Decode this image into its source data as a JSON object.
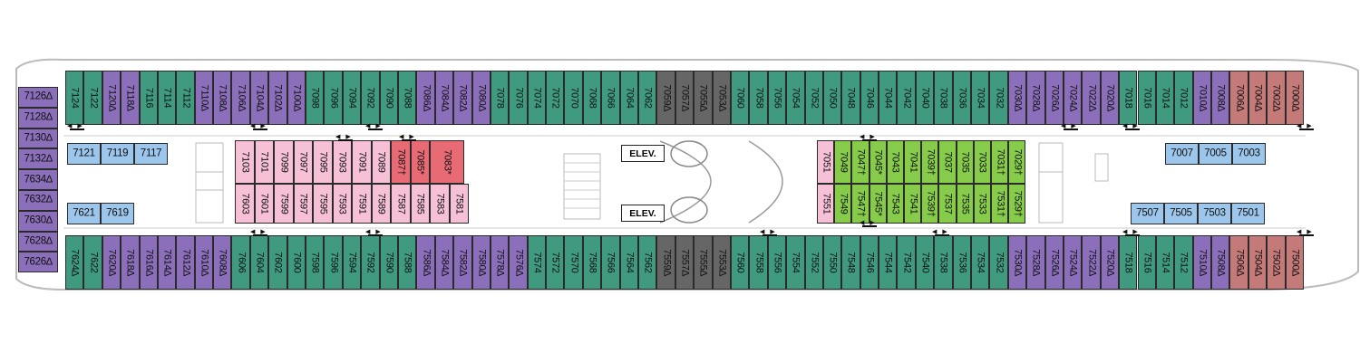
{
  "colors": {
    "teal": "#3f9a80",
    "purple": "#8c6fbb",
    "lightblue": "#9cc6ec",
    "pink": "#f6c1d7",
    "red": "#e76a75",
    "green": "#86cb4a",
    "gray": "#666666",
    "brick": "#c47a78"
  },
  "labels": {
    "elev_top": "ELEV.",
    "elev_bottom": "ELEV."
  },
  "icons": [
    "wheelchair-icon",
    "connecting-arrow-icon",
    "elevator-icon",
    "stairs-icon"
  ],
  "top_row_cabins": [
    {
      "n": "7124",
      "c": "teal"
    },
    {
      "n": "7122",
      "c": "teal"
    },
    {
      "n": "7120∆",
      "c": "purple"
    },
    {
      "n": "7118∆",
      "c": "purple"
    },
    {
      "n": "7116",
      "c": "teal"
    },
    {
      "n": "7114",
      "c": "teal"
    },
    {
      "n": "7112",
      "c": "teal"
    },
    {
      "n": "7110∆",
      "c": "purple"
    },
    {
      "n": "7108∆",
      "c": "purple"
    },
    {
      "n": "7106∆",
      "c": "purple"
    },
    {
      "n": "7104∆",
      "c": "purple"
    },
    {
      "n": "7102∆",
      "c": "purple"
    },
    {
      "n": "7100∆",
      "c": "purple"
    },
    {
      "n": "7098",
      "c": "teal"
    },
    {
      "n": "7096",
      "c": "teal"
    },
    {
      "n": "7094",
      "c": "teal"
    },
    {
      "n": "7092",
      "c": "teal"
    },
    {
      "n": "7090",
      "c": "teal"
    },
    {
      "n": "7088",
      "c": "teal"
    },
    {
      "n": "7086∆",
      "c": "purple"
    },
    {
      "n": "7084∆",
      "c": "purple"
    },
    {
      "n": "7082∆",
      "c": "purple"
    },
    {
      "n": "7080∆",
      "c": "purple"
    },
    {
      "n": "7078",
      "c": "teal"
    },
    {
      "n": "7076",
      "c": "teal"
    },
    {
      "n": "7074",
      "c": "teal"
    },
    {
      "n": "7072",
      "c": "teal"
    },
    {
      "n": "7070",
      "c": "teal"
    },
    {
      "n": "7068",
      "c": "teal"
    },
    {
      "n": "7066",
      "c": "teal"
    },
    {
      "n": "7064",
      "c": "teal"
    },
    {
      "n": "7062",
      "c": "teal"
    },
    {
      "n": "7059∆",
      "c": "gray"
    },
    {
      "n": "7057∆",
      "c": "gray"
    },
    {
      "n": "7055∆",
      "c": "gray"
    },
    {
      "n": "7053∆",
      "c": "gray"
    },
    {
      "n": "7060",
      "c": "teal"
    },
    {
      "n": "7058",
      "c": "teal"
    },
    {
      "n": "7056",
      "c": "teal"
    },
    {
      "n": "7054",
      "c": "teal"
    },
    {
      "n": "7052",
      "c": "teal"
    },
    {
      "n": "7050",
      "c": "teal"
    },
    {
      "n": "7048",
      "c": "teal"
    },
    {
      "n": "7046",
      "c": "teal"
    },
    {
      "n": "7044",
      "c": "teal"
    },
    {
      "n": "7042",
      "c": "teal"
    },
    {
      "n": "7040",
      "c": "teal"
    },
    {
      "n": "7038",
      "c": "teal"
    },
    {
      "n": "7036",
      "c": "teal"
    },
    {
      "n": "7034",
      "c": "teal"
    },
    {
      "n": "7032",
      "c": "teal"
    },
    {
      "n": "7030∆",
      "c": "purple"
    },
    {
      "n": "7028∆",
      "c": "purple"
    },
    {
      "n": "7026∆",
      "c": "purple"
    },
    {
      "n": "7024∆",
      "c": "purple"
    },
    {
      "n": "7022∆",
      "c": "purple"
    },
    {
      "n": "7020∆",
      "c": "purple"
    },
    {
      "n": "7018",
      "c": "teal"
    },
    {
      "n": "7016",
      "c": "teal"
    },
    {
      "n": "7014",
      "c": "teal"
    },
    {
      "n": "7012",
      "c": "teal"
    },
    {
      "n": "7010∆",
      "c": "purple"
    },
    {
      "n": "7008∆",
      "c": "purple"
    },
    {
      "n": "7006∆",
      "c": "brick"
    },
    {
      "n": "7004∆",
      "c": "brick"
    },
    {
      "n": "7002∆",
      "c": "brick"
    },
    {
      "n": "7000∆",
      "c": "brick"
    }
  ],
  "bottom_row_cabins": [
    {
      "n": "7624∆",
      "c": "teal"
    },
    {
      "n": "7622",
      "c": "teal"
    },
    {
      "n": "7620∆",
      "c": "purple"
    },
    {
      "n": "7618∆",
      "c": "purple"
    },
    {
      "n": "7616∆",
      "c": "purple"
    },
    {
      "n": "7614∆",
      "c": "purple"
    },
    {
      "n": "7612∆",
      "c": "purple"
    },
    {
      "n": "7610∆",
      "c": "purple"
    },
    {
      "n": "7608∆",
      "c": "purple"
    },
    {
      "n": "7606",
      "c": "teal"
    },
    {
      "n": "7604",
      "c": "teal"
    },
    {
      "n": "7602",
      "c": "teal"
    },
    {
      "n": "7600",
      "c": "teal"
    },
    {
      "n": "7598",
      "c": "teal"
    },
    {
      "n": "7596",
      "c": "teal"
    },
    {
      "n": "7594",
      "c": "teal"
    },
    {
      "n": "7592",
      "c": "teal"
    },
    {
      "n": "7590",
      "c": "teal"
    },
    {
      "n": "7588",
      "c": "teal"
    },
    {
      "n": "7586∆",
      "c": "purple"
    },
    {
      "n": "7584∆",
      "c": "purple"
    },
    {
      "n": "7582∆",
      "c": "purple"
    },
    {
      "n": "7580∆",
      "c": "purple"
    },
    {
      "n": "7578∆",
      "c": "purple"
    },
    {
      "n": "7576∆",
      "c": "purple"
    },
    {
      "n": "7574",
      "c": "teal"
    },
    {
      "n": "7572",
      "c": "teal"
    },
    {
      "n": "7570",
      "c": "teal"
    },
    {
      "n": "7568",
      "c": "teal"
    },
    {
      "n": "7566",
      "c": "teal"
    },
    {
      "n": "7564",
      "c": "teal"
    },
    {
      "n": "7562",
      "c": "teal"
    },
    {
      "n": "7559∆",
      "c": "gray"
    },
    {
      "n": "7557∆",
      "c": "gray"
    },
    {
      "n": "7555∆",
      "c": "gray"
    },
    {
      "n": "7553∆",
      "c": "gray"
    },
    {
      "n": "7560",
      "c": "teal"
    },
    {
      "n": "7558",
      "c": "teal"
    },
    {
      "n": "7556",
      "c": "teal"
    },
    {
      "n": "7554",
      "c": "teal"
    },
    {
      "n": "7552",
      "c": "teal"
    },
    {
      "n": "7550",
      "c": "teal"
    },
    {
      "n": "7548",
      "c": "teal"
    },
    {
      "n": "7546",
      "c": "teal"
    },
    {
      "n": "7544",
      "c": "teal"
    },
    {
      "n": "7542",
      "c": "teal"
    },
    {
      "n": "7540",
      "c": "teal"
    },
    {
      "n": "7538",
      "c": "teal"
    },
    {
      "n": "7536",
      "c": "teal"
    },
    {
      "n": "7534",
      "c": "teal"
    },
    {
      "n": "7532",
      "c": "teal"
    },
    {
      "n": "7530∆",
      "c": "purple"
    },
    {
      "n": "7528∆",
      "c": "purple"
    },
    {
      "n": "7526∆",
      "c": "purple"
    },
    {
      "n": "7524∆",
      "c": "purple"
    },
    {
      "n": "7522∆",
      "c": "purple"
    },
    {
      "n": "7520∆",
      "c": "purple"
    },
    {
      "n": "7518",
      "c": "teal"
    },
    {
      "n": "7516",
      "c": "teal"
    },
    {
      "n": "7514",
      "c": "teal"
    },
    {
      "n": "7512",
      "c": "teal"
    },
    {
      "n": "7510∆",
      "c": "purple"
    },
    {
      "n": "7508∆",
      "c": "purple"
    },
    {
      "n": "7506∆",
      "c": "brick"
    },
    {
      "n": "7504∆",
      "c": "brick"
    },
    {
      "n": "7502∆",
      "c": "brick"
    },
    {
      "n": "7500∆",
      "c": "brick"
    }
  ],
  "aft_cabins": [
    "7126∆",
    "7128∆",
    "7130∆",
    "7132∆",
    "7634∆",
    "7632∆",
    "7630∆",
    "7628∆",
    "7626∆"
  ],
  "inner_blue_top_left": [
    "7121",
    "7119",
    "7117"
  ],
  "inner_blue_bottom_left": [
    "7621",
    "7619"
  ],
  "inner_blue_top_right": [
    "7007",
    "7005",
    "7003"
  ],
  "inner_blue_bottom_right": [
    "7507",
    "7505",
    "7503",
    "7501"
  ],
  "inner_mid_top": [
    {
      "n": "7103",
      "c": "pink"
    },
    {
      "n": "7101",
      "c": "pink"
    },
    {
      "n": "7099",
      "c": "pink"
    },
    {
      "n": "7097",
      "c": "pink"
    },
    {
      "n": "7095",
      "c": "pink"
    },
    {
      "n": "7093",
      "c": "pink"
    },
    {
      "n": "7091",
      "c": "pink"
    },
    {
      "n": "7089",
      "c": "pink"
    },
    {
      "n": "7087†",
      "c": "red"
    },
    {
      "n": "7085*",
      "c": "red"
    },
    {
      "n": "7083*",
      "c": "red"
    }
  ],
  "inner_mid_bottom": [
    {
      "n": "7603",
      "c": "pink"
    },
    {
      "n": "7601",
      "c": "pink"
    },
    {
      "n": "7599",
      "c": "pink"
    },
    {
      "n": "7597",
      "c": "pink"
    },
    {
      "n": "7595",
      "c": "pink"
    },
    {
      "n": "7593",
      "c": "pink"
    },
    {
      "n": "7591",
      "c": "pink"
    },
    {
      "n": "7589",
      "c": "pink"
    },
    {
      "n": "7587",
      "c": "pink"
    },
    {
      "n": "7585",
      "c": "pink"
    },
    {
      "n": "7583",
      "c": "pink"
    },
    {
      "n": "7581",
      "c": "pink"
    }
  ],
  "inner_fwd_top": [
    {
      "n": "7051",
      "c": "pink"
    },
    {
      "n": "7049",
      "c": "green"
    },
    {
      "n": "7047†",
      "c": "green"
    },
    {
      "n": "7045*",
      "c": "green"
    },
    {
      "n": "7043",
      "c": "green"
    },
    {
      "n": "7041",
      "c": "green"
    },
    {
      "n": "7039†",
      "c": "green"
    },
    {
      "n": "7037",
      "c": "green"
    },
    {
      "n": "7035",
      "c": "green"
    },
    {
      "n": "7033",
      "c": "green"
    },
    {
      "n": "7031†",
      "c": "green"
    },
    {
      "n": "7029†",
      "c": "green"
    }
  ],
  "inner_fwd_bottom": [
    {
      "n": "7551",
      "c": "pink"
    },
    {
      "n": "7549",
      "c": "green"
    },
    {
      "n": "7547†",
      "c": "green"
    },
    {
      "n": "7545*",
      "c": "green"
    },
    {
      "n": "7543",
      "c": "green"
    },
    {
      "n": "7541",
      "c": "green"
    },
    {
      "n": "7539†",
      "c": "green"
    },
    {
      "n": "7537",
      "c": "green"
    },
    {
      "n": "7535",
      "c": "green"
    },
    {
      "n": "7533",
      "c": "green"
    },
    {
      "n": "7531†",
      "c": "green"
    },
    {
      "n": "7529†",
      "c": "green"
    }
  ]
}
